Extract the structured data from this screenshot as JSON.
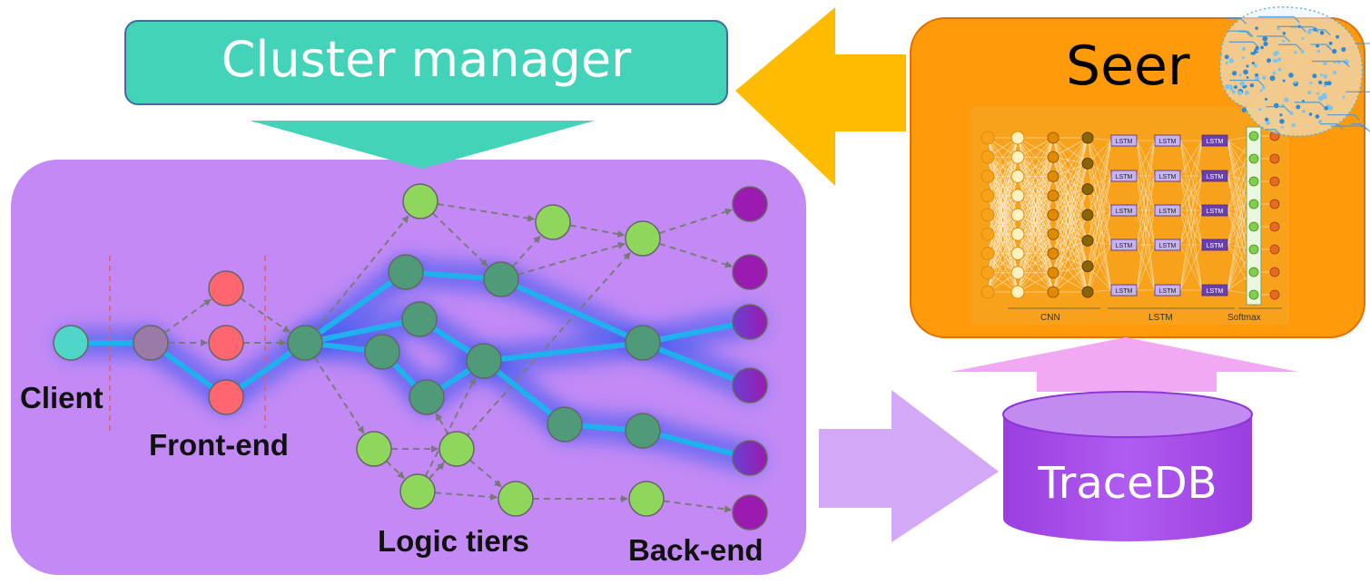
{
  "cluster_manager": {
    "label": "Cluster manager",
    "color": "#43d3b8"
  },
  "seer": {
    "label": "Seer",
    "color": "#ff9a0a",
    "icon": "brain-circuit-icon",
    "nn_layer_labels": [
      "CNN",
      "LSTM",
      "Softmax"
    ],
    "lstm_unit_label": "LSTM"
  },
  "tracedb": {
    "label": "TraceDB",
    "color": "#a74ae6"
  },
  "microservice_graph": {
    "background": "#c38af5",
    "tier_labels": {
      "client": "Client",
      "front_end": "Front-end",
      "logic_tiers": "Logic tiers",
      "back_end": "Back-end"
    },
    "node_colors": {
      "client": "#4fd6c8",
      "front_end_gateway": "#9a7aa6",
      "front_end_replicas": "#ff6670",
      "logic": "#8fd65c",
      "logic_on_path": "#4f9a78",
      "back_end": "#9b1ab0"
    }
  },
  "arrows": {
    "feedback_color": "#ffbb00",
    "graph_to_db_color": "#d3a8f7",
    "db_to_seer_color": "#f1a9f3",
    "manager_to_graph_color": "#43d3b8"
  }
}
